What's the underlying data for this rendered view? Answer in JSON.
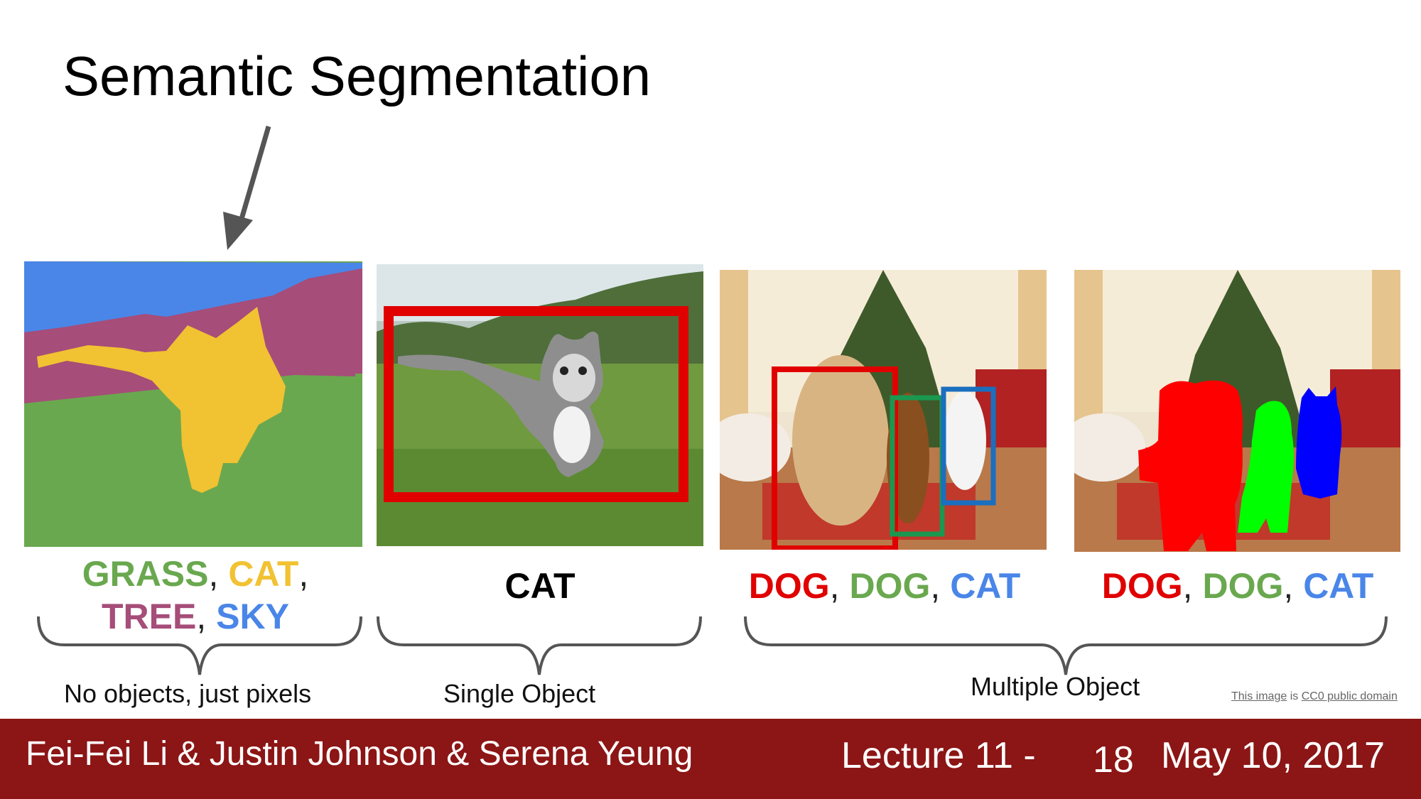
{
  "slide": {
    "title": "Semantic Segmentation"
  },
  "colors": {
    "grass": "#6aa84f",
    "cat_yellow": "#f1c232",
    "tree": "#a64d79",
    "sky": "#4a86e8",
    "red": "#e00000",
    "green": "#6aa84f",
    "blue": "#3c78d8",
    "footer": "#8c1515"
  },
  "panels": {
    "semantic": {
      "labels": [
        "GRASS",
        "CAT",
        "TREE",
        "SKY"
      ],
      "separator": ",",
      "caption": "No objects, just pixels"
    },
    "classification": {
      "label": "CAT",
      "caption": "Single Object"
    },
    "detection": {
      "labels": [
        "DOG",
        "DOG",
        "CAT"
      ],
      "separator": ","
    },
    "instance": {
      "labels": [
        "DOG",
        "DOG",
        "CAT"
      ],
      "separator": ","
    },
    "multiple_caption": "Multiple Object"
  },
  "credit": {
    "link1": "This image",
    "middle": " is ",
    "link2": "CC0 public domain"
  },
  "footer": {
    "authors": "Fei-Fei Li & Justin Johnson & Serena Yeung",
    "lecture": "Lecture 11 -",
    "page": "18",
    "date": "May 10, 2017"
  }
}
